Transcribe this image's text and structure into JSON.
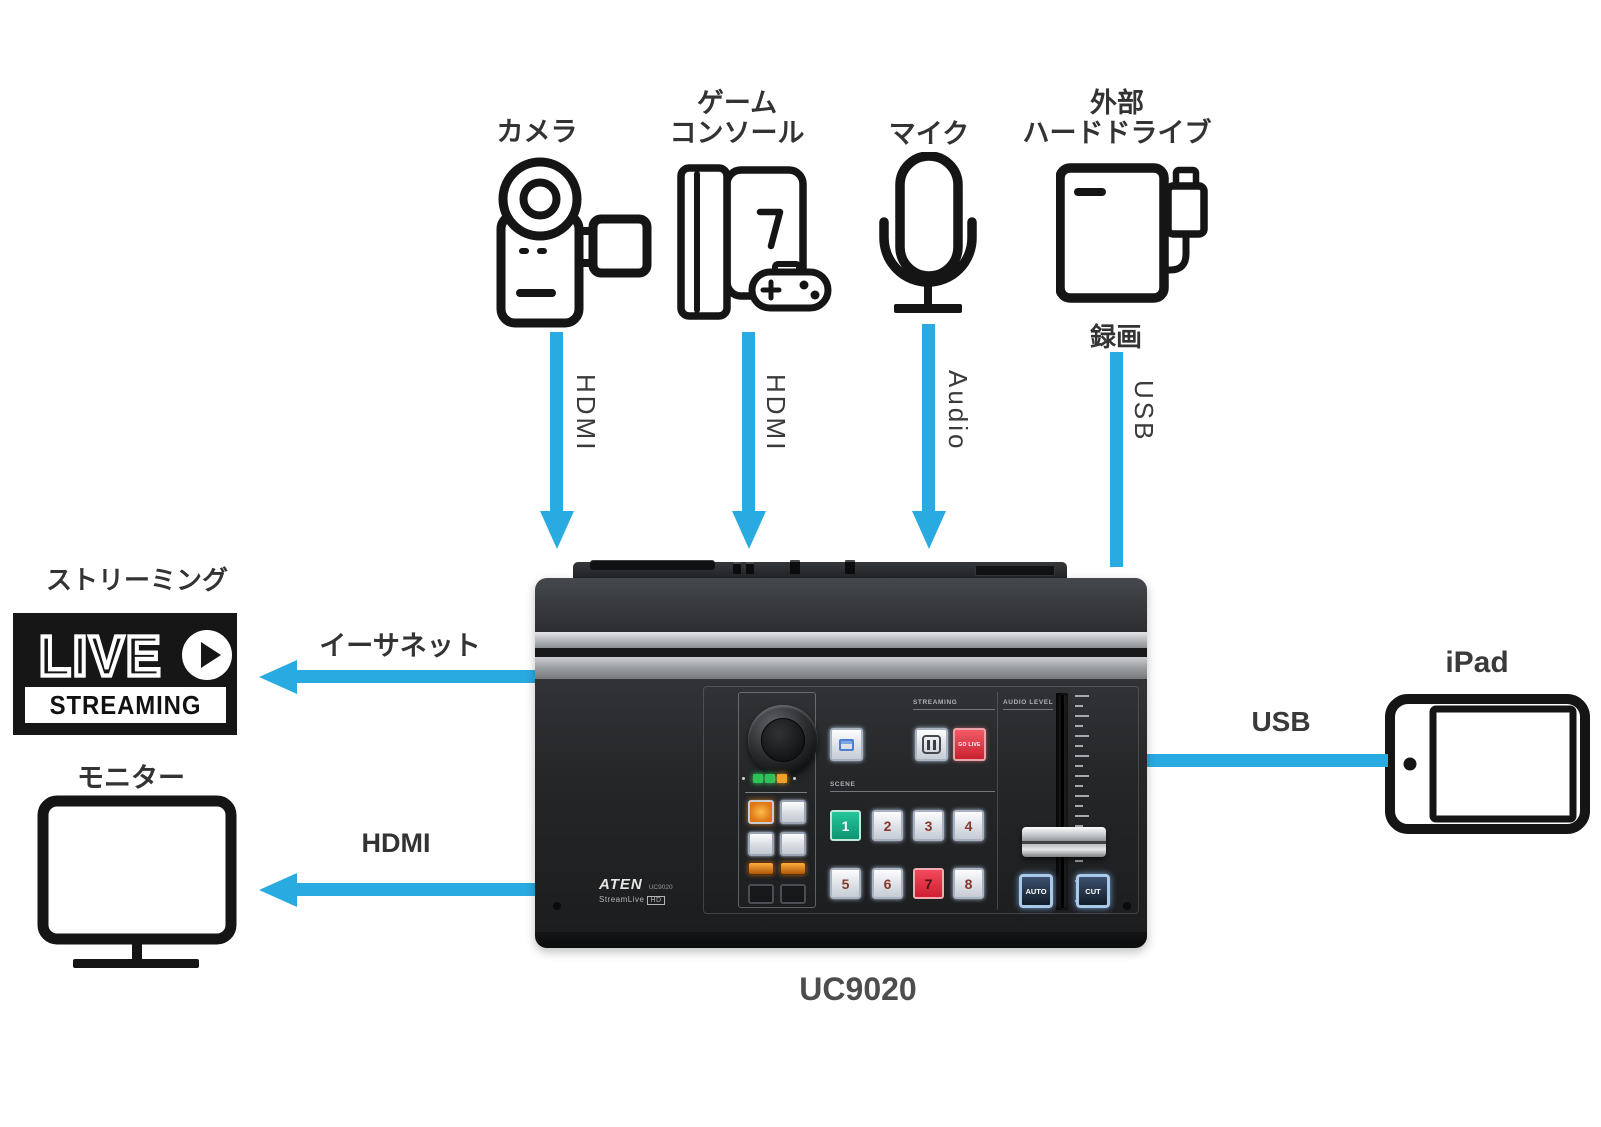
{
  "colors": {
    "arrow_blue": "#29ABE2",
    "label_dark": "#333333",
    "device_body": "#222426",
    "band_silver": "#aeb1b4",
    "scene_active_green": "#1fb287",
    "go_live_red": "#d42a38",
    "led_green": "#2ec15a",
    "led_amber": "#f0a228",
    "logo_black": "#161616"
  },
  "icons": {
    "camera": "camcorder-icon",
    "game_console": "game-console-icon",
    "microphone": "microphone-icon",
    "external_hdd": "external-drive-icon",
    "monitor": "monitor-icon",
    "ipad": "tablet-icon",
    "play": "play-icon",
    "pause": "pause-icon",
    "pic": "picture-icon"
  },
  "nodes": {
    "camera": {
      "label": "カメラ"
    },
    "game_console": {
      "label_line1": "ゲーム",
      "label_line2": "コンソール"
    },
    "microphone": {
      "label": "マイク"
    },
    "external_hdd": {
      "label_line1": "外部",
      "label_line2": "ハードドライブ",
      "caption": "録画"
    },
    "streaming_service": {
      "label": "ストリーミング"
    },
    "monitor": {
      "label": "モニター"
    },
    "ipad": {
      "label": "iPad"
    }
  },
  "connections": {
    "camera": "HDMI",
    "game_console": "HDMI",
    "microphone": "Audio",
    "external_hdd": "USB",
    "streaming": "イーサネット",
    "monitor": "HDMI",
    "ipad": "USB"
  },
  "logo": {
    "live": "LIVE",
    "streaming": "STREAMING"
  },
  "device": {
    "brand": "ATEN",
    "model_small": "UC9020",
    "product": "StreamLive",
    "product_badge": "HD",
    "sections": {
      "streaming": "STREAMING",
      "scene": "SCENE",
      "audio_level": "AUDIO LEVEL"
    },
    "buttons": {
      "go_live": "GO LIVE",
      "auto": "AUTO",
      "cut": "CUT",
      "scene_numbers": [
        "1",
        "2",
        "3",
        "4",
        "5",
        "6",
        "7",
        "8"
      ]
    }
  },
  "model_label": "UC9020"
}
